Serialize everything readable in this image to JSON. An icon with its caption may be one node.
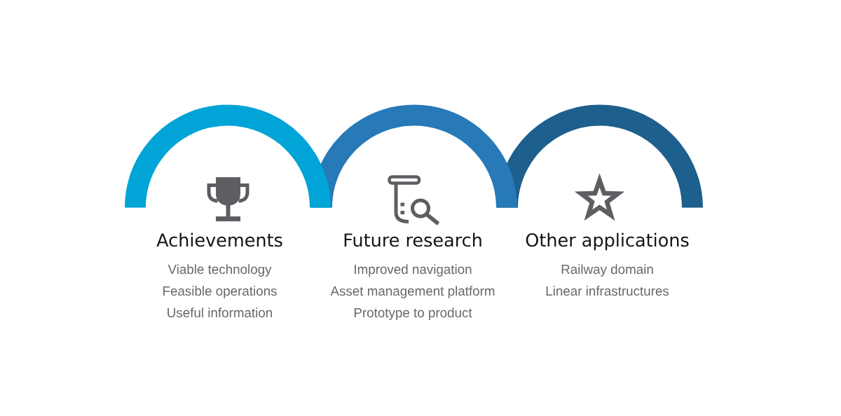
{
  "diagram": {
    "nodes": [
      {
        "text": [
          "Achievements",
          "Viable technology",
          "Feasible operations",
          "Useful information"
        ]
      },
      {
        "text": [
          "Future research",
          "Improved navigation",
          "Asset management platform",
          "Prototype to product"
        ]
      },
      {
        "text": [
          "Other applications",
          "Railway domain",
          "Linear infrastructures"
        ]
      }
    ]
  }
}
